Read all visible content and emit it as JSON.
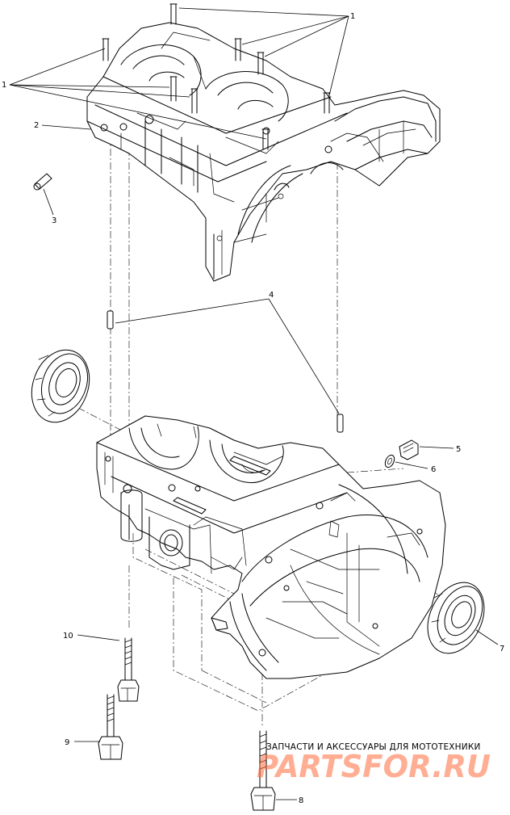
{
  "callouts": [
    {
      "id": "1",
      "label": "1"
    },
    {
      "id": "1b",
      "label": "1"
    },
    {
      "id": "2",
      "label": "2"
    },
    {
      "id": "3",
      "label": "3"
    },
    {
      "id": "4",
      "label": "4"
    },
    {
      "id": "5",
      "label": "5"
    },
    {
      "id": "6",
      "label": "6"
    },
    {
      "id": "7",
      "label": "7"
    },
    {
      "id": "8",
      "label": "8"
    },
    {
      "id": "9",
      "label": "9"
    },
    {
      "id": "10",
      "label": "10"
    }
  ],
  "watermark": {
    "caption": "ЗАПЧАСТИ И АКСЕССУАРЫ ДЛЯ МОТОТЕХНИКИ",
    "brand": "PARTSFOR.RU",
    "color": "#ff6a3a"
  }
}
